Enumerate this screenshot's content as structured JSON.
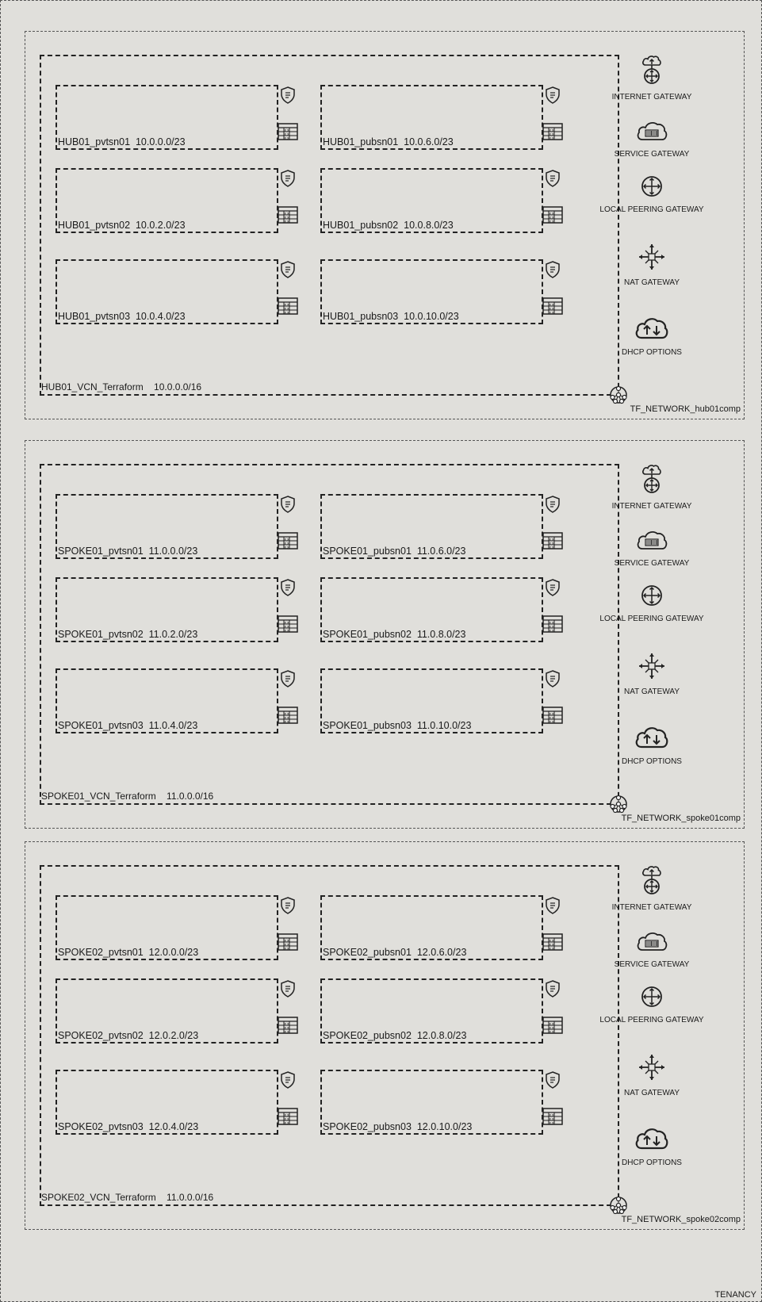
{
  "tenancy_label": "TENANCY",
  "compartments": [
    {
      "label": "TF_NETWORK_hub01comp",
      "vcn_label": "HUB01_VCN_Terraform    10.0.0.0/16",
      "subnets": [
        "HUB01_pvtsn01  10.0.0.0/23",
        "HUB01_pubsn01  10.0.6.0/23",
        "HUB01_pvtsn02  10.0.2.0/23",
        "HUB01_pubsn02  10.0.8.0/23",
        "HUB01_pvtsn03  10.0.4.0/23",
        "HUB01_pubsn03  10.0.10.0/23"
      ]
    },
    {
      "label": "TF_NETWORK_spoke01comp",
      "vcn_label": "SPOKE01_VCN_Terraform    11.0.0.0/16",
      "subnets": [
        "SPOKE01_pvtsn01  11.0.0.0/23",
        "SPOKE01_pubsn01  11.0.6.0/23",
        "SPOKE01_pvtsn02  11.0.2.0/23",
        "SPOKE01_pubsn02  11.0.8.0/23",
        "SPOKE01_pvtsn03  11.0.4.0/23",
        "SPOKE01_pubsn03  11.0.10.0/23"
      ]
    },
    {
      "label": "TF_NETWORK_spoke02comp",
      "vcn_label": "SPOKE02_VCN_Terraform    11.0.0.0/16",
      "subnets": [
        "SPOKE02_pvtsn01  12.0.0.0/23",
        "SPOKE02_pubsn01  12.0.6.0/23",
        "SPOKE02_pvtsn02  12.0.2.0/23",
        "SPOKE02_pubsn02  12.0.8.0/23",
        "SPOKE02_pvtsn03  12.0.4.0/23",
        "SPOKE02_pubsn03  12.0.10.0/23"
      ]
    }
  ],
  "gateways": [
    {
      "label": "INTERNET GATEWAY",
      "icon": "internet-gateway-icon"
    },
    {
      "label": "SERVICE GATEWAY",
      "icon": "service-gateway-icon"
    },
    {
      "label": "LOCAL PEERING GATEWAY",
      "icon": "local-peering-gateway-icon"
    },
    {
      "label": "NAT GATEWAY",
      "icon": "nat-gateway-icon"
    },
    {
      "label": "DHCP OPTIONS",
      "icon": "dhcp-options-icon"
    }
  ],
  "colors": {
    "background": "#e0dfdb",
    "line": "#222222"
  }
}
